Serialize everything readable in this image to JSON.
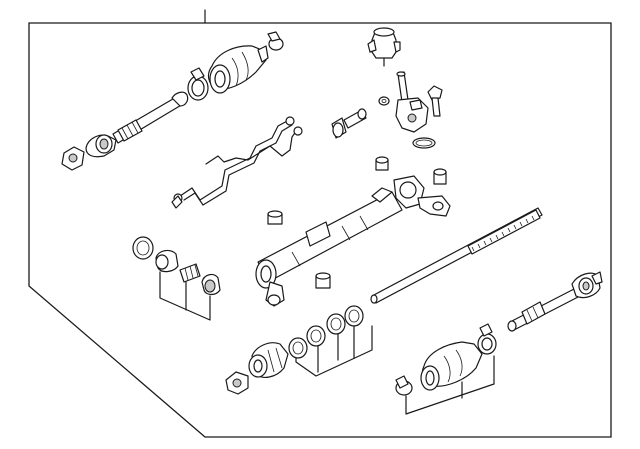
{
  "diagram": {
    "kind": "exploded-parts-diagram",
    "subject": "steering-gear-assembly",
    "palette": {
      "line": "#1a1a1a",
      "fill": "#ffffff",
      "shade": "#c9c9c9"
    },
    "parts": [
      "outer-tie-rod-end-left",
      "inner-tie-rod-left",
      "boot-left",
      "boot-clamp-left",
      "hydraulic-lines",
      "pinion-housing-cap",
      "control-valve",
      "valve-bolt",
      "valve-seal-ring",
      "valve-washer",
      "valve-fitting",
      "mount-bushing",
      "rack-housing",
      "rack-shaft",
      "inner-tie-rod-right",
      "outer-tie-rod-end-right",
      "boot-right",
      "boot-clamp-right",
      "seal-kit-rings",
      "rack-end-bushing-left",
      "spacer-left",
      "spring-left",
      "cap-left",
      "rack-end-bushing-right"
    ]
  }
}
